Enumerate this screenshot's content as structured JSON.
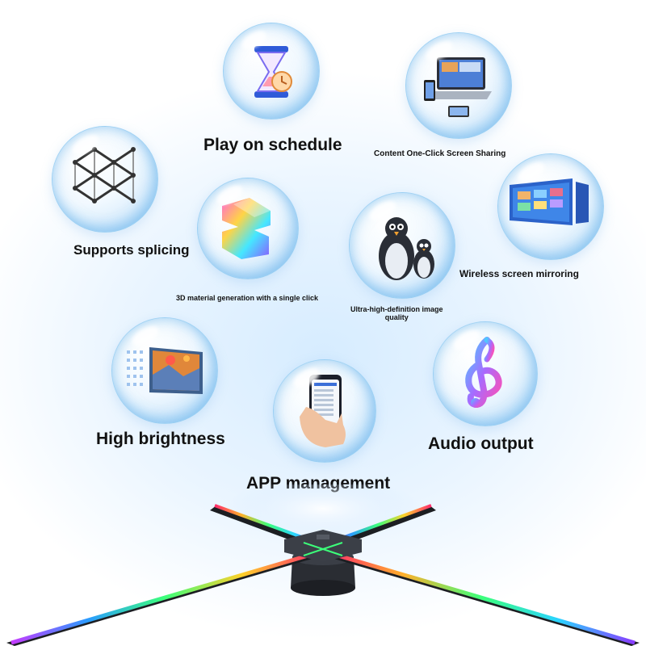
{
  "features": {
    "play_on_schedule": "Play on schedule",
    "screen_sharing": "Content One-Click Screen Sharing",
    "supports_splicing": "Supports splicing",
    "material_3d": "3D material generation with a single click",
    "uhd_image_line1": "Ultra-high-definition image",
    "uhd_image_line2": "quality",
    "wireless_mirroring": "Wireless screen mirroring",
    "high_brightness": "High brightness",
    "audio_output": "Audio output",
    "app_management": "APP management"
  },
  "icons": {
    "schedule": "hourglass-icon",
    "sharing": "laptop-phone-icon",
    "splicing": "grid-mesh-icon",
    "material": "3d-shape-icon",
    "uhd": "penguins-image",
    "mirroring": "screens-icon",
    "brightness": "led-panel-icon",
    "audio": "treble-clef-icon",
    "app": "phone-in-hand-icon"
  },
  "colors": {
    "bubble_edge": "#8cc6f0",
    "label_text": "#111111",
    "fan_rgb_start": "#ff2a6d",
    "fan_rgb_mid": "#3cff7a",
    "fan_rgb_end": "#3a7bff"
  }
}
